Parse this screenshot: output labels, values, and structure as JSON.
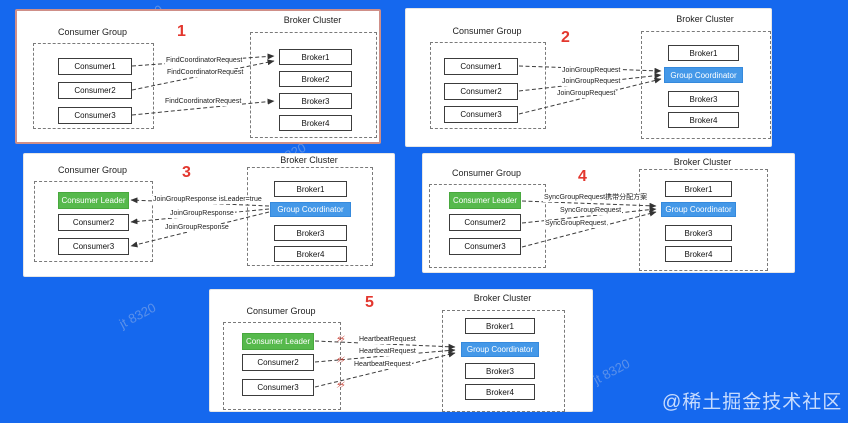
{
  "colors": {
    "background": "#1568ee",
    "leader_green": "#56b94c",
    "coordinator_blue": "#4498e8",
    "phase_number_red": "#e3372e",
    "highlight_border_pink": "#cf8f88"
  },
  "watermarks": {
    "tile_text": "jt 8320",
    "credit": "@稀土掘金技术社区"
  },
  "icons": {
    "heartbeat_spark": "⚡⚡"
  },
  "diagrams": [
    {
      "number": "1",
      "consumer_group": {
        "title": "Consumer Group",
        "members": [
          {
            "label": "Consumer1"
          },
          {
            "label": "Consumer2"
          },
          {
            "label": "Consumer3"
          }
        ]
      },
      "broker_cluster": {
        "title": "Broker Cluster",
        "nodes": [
          {
            "label": "Broker1"
          },
          {
            "label": "Broker2"
          },
          {
            "label": "Broker3"
          },
          {
            "label": "Broker4"
          }
        ]
      },
      "messages": [
        {
          "label": "FindCoordinatorRequest"
        },
        {
          "label": "FindCoordinatorRequest"
        },
        {
          "label": "FindCoordinatorRequest"
        }
      ]
    },
    {
      "number": "2",
      "consumer_group": {
        "title": "Consumer Group",
        "members": [
          {
            "label": "Consumer1"
          },
          {
            "label": "Consumer2"
          },
          {
            "label": "Consumer3"
          }
        ]
      },
      "broker_cluster": {
        "title": "Broker Cluster",
        "nodes": [
          {
            "label": "Broker1"
          },
          {
            "label": "Group Coordinator"
          },
          {
            "label": "Broker3"
          },
          {
            "label": "Broker4"
          }
        ]
      },
      "messages": [
        {
          "label": "JoinGroupRequest"
        },
        {
          "label": "JoinGroupRequest"
        },
        {
          "label": "JoinGroupRequest"
        }
      ]
    },
    {
      "number": "3",
      "consumer_group": {
        "title": "Consumer Group",
        "members": [
          {
            "label": "Consumer Leader"
          },
          {
            "label": "Consumer2"
          },
          {
            "label": "Consumer3"
          }
        ]
      },
      "broker_cluster": {
        "title": "Broker Cluster",
        "nodes": [
          {
            "label": "Broker1"
          },
          {
            "label": "Group Coordinator"
          },
          {
            "label": "Broker3"
          },
          {
            "label": "Broker4"
          }
        ]
      },
      "messages": [
        {
          "label": "JoinGroupResponse isLeader=true"
        },
        {
          "label": "JoinGroupResponse"
        },
        {
          "label": "JoinGroupResponse"
        }
      ]
    },
    {
      "number": "4",
      "consumer_group": {
        "title": "Consumer Group",
        "members": [
          {
            "label": "Consumer Leader"
          },
          {
            "label": "Consumer2"
          },
          {
            "label": "Consumer3"
          }
        ]
      },
      "broker_cluster": {
        "title": "Broker Cluster",
        "nodes": [
          {
            "label": "Broker1"
          },
          {
            "label": "Group Coordinator"
          },
          {
            "label": "Broker3"
          },
          {
            "label": "Broker4"
          }
        ]
      },
      "messages": [
        {
          "label": "SyncGroupRequest携带分配方案"
        },
        {
          "label": "SyncGroupRequest"
        },
        {
          "label": "SyncGroupRequest"
        }
      ]
    },
    {
      "number": "5",
      "consumer_group": {
        "title": "Consumer Group",
        "members": [
          {
            "label": "Consumer Leader"
          },
          {
            "label": "Consumer2"
          },
          {
            "label": "Consumer3"
          }
        ]
      },
      "broker_cluster": {
        "title": "Broker Cluster",
        "nodes": [
          {
            "label": "Broker1"
          },
          {
            "label": "Group Coordinator"
          },
          {
            "label": "Broker3"
          },
          {
            "label": "Broker4"
          }
        ]
      },
      "messages": [
        {
          "label": "HeartbeatRequest"
        },
        {
          "label": "HeartbeatRequest"
        },
        {
          "label": "HeartbeatRequest"
        }
      ]
    }
  ]
}
